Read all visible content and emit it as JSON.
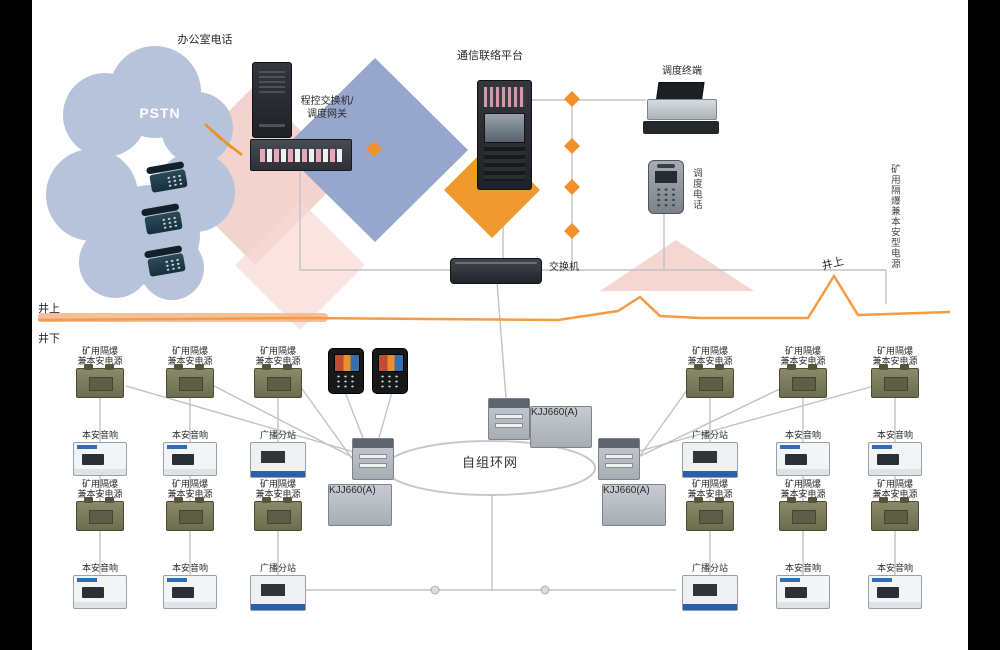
{
  "surface": {
    "office_phones_label": "办公室电话",
    "pstn_label": "PSTN",
    "pbx_label": "程控交换机/\n调度网关",
    "platform_label": "通信联络平台",
    "dispatch_terminal_label": "调度终端",
    "dispatch_phone_label": "调度电话",
    "side_note_label": "矿用隔爆兼本安型电源",
    "switch_label": "交换机",
    "divider": {
      "above_left": "井上",
      "below_left": "井下",
      "above_right": "井上"
    }
  },
  "underground": {
    "ring_label": "自组环网",
    "kjj_main_label": "KJJ660(A)",
    "kjj_left_label": "KJJ660(A)",
    "kjj_right_label": "KJJ660(A)"
  },
  "stations": [
    {
      "power_label": "矿用隔爆\n兼本安电源",
      "device_label": "本安音响"
    },
    {
      "power_label": "矿用隔爆\n兼本安电源",
      "device_label": "本安音响"
    },
    {
      "power_label": "矿用隔爆\n兼本安电源",
      "device_label": "广播分站"
    },
    {
      "power_label": "矿用隔爆\n兼本安电源",
      "device_label": "广播分站"
    },
    {
      "power_label": "矿用隔爆\n兼本安电源",
      "device_label": "本安音响"
    },
    {
      "power_label": "矿用隔爆\n兼本安电源",
      "device_label": "本安音响"
    },
    {
      "power_label": "矿用隔爆\n兼本安电源",
      "device_label": "本安音响"
    },
    {
      "power_label": "矿用隔爆\n兼本安电源",
      "device_label": "本安音响"
    },
    {
      "power_label": "矿用隔爆\n兼本安电源",
      "device_label": "广播分站"
    },
    {
      "power_label": "矿用隔爆\n兼本安电源",
      "device_label": "广播分站"
    },
    {
      "power_label": "矿用隔爆\n兼本安电源",
      "device_label": "本安音响"
    },
    {
      "power_label": "矿用隔爆\n兼本安电源",
      "device_label": "本安音响"
    }
  ]
}
